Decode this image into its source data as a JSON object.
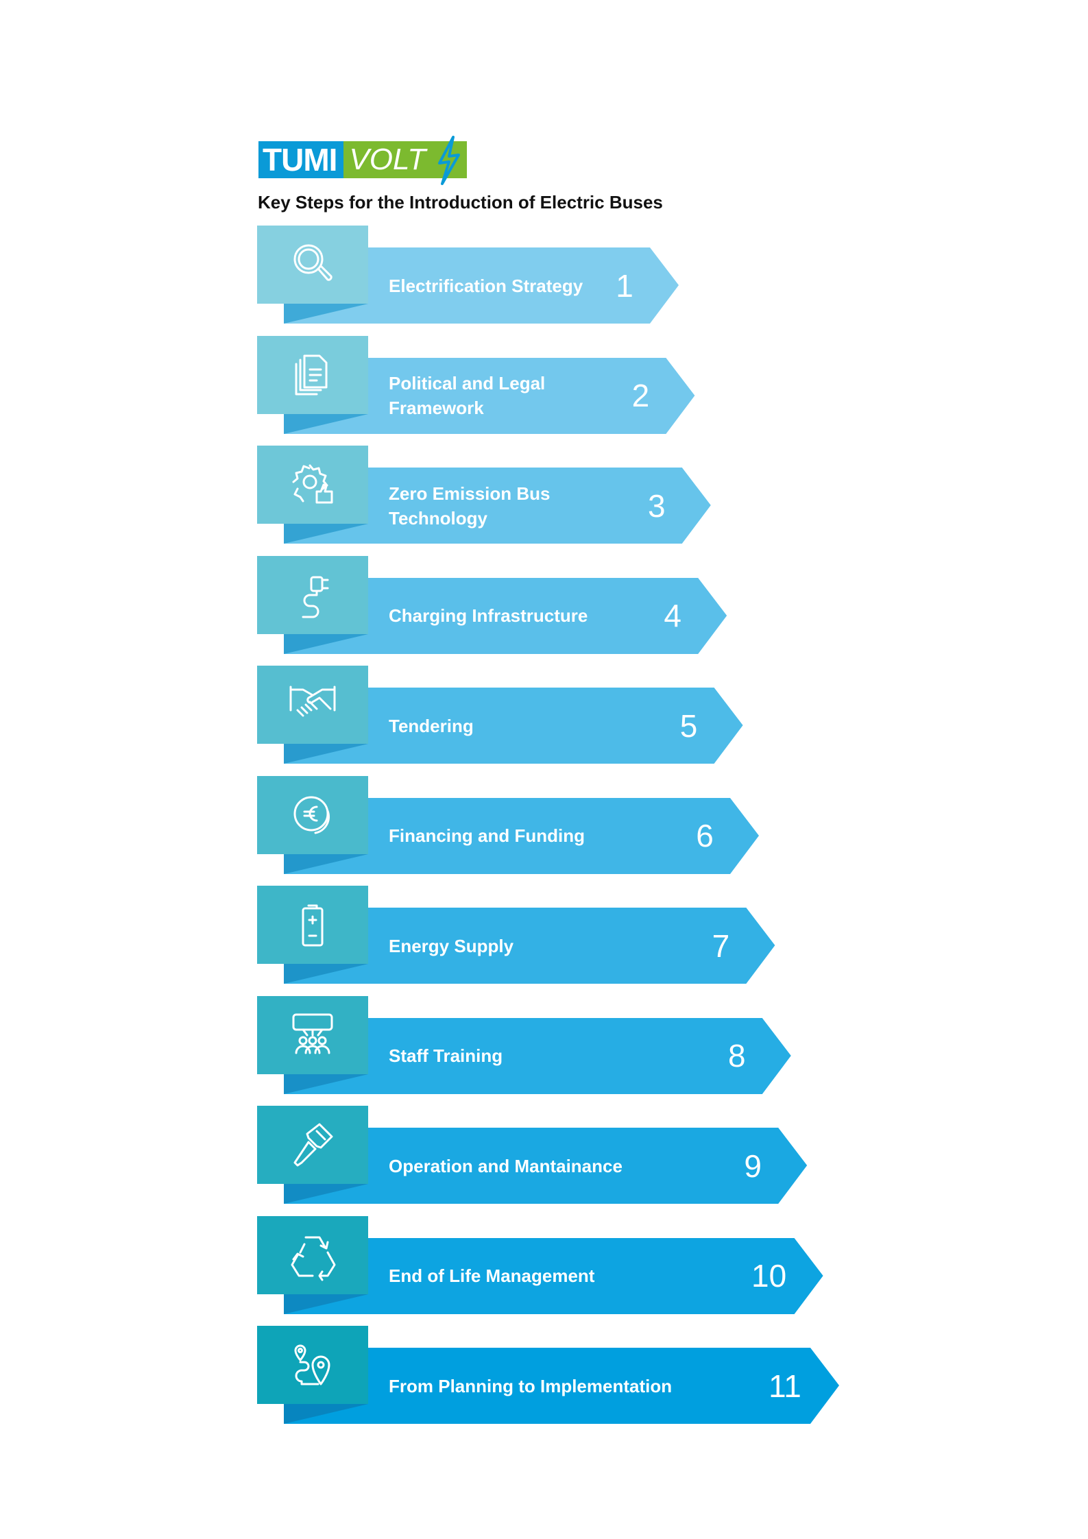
{
  "logo": {
    "part1": "TUMI",
    "part2": "VOLT"
  },
  "title": "Key Steps for the Introduction of Electric Buses",
  "colors": {
    "banner_start": "#80cdee",
    "banner_end": "#009fdf",
    "square_start": "#86d0e0",
    "square_end": "#0ea4b8",
    "fold_start": "#3faad8",
    "fold_end": "#0785bf"
  },
  "steps": [
    {
      "label": "Electrification Strategy",
      "number": "1",
      "icon": "magnifier-icon"
    },
    {
      "label": "Political and Legal\nFramework",
      "number": "2",
      "icon": "documents-icon"
    },
    {
      "label": "Zero Emission Bus\nTechnology",
      "number": "3",
      "icon": "gear-thumbs-up-icon"
    },
    {
      "label": "Charging Infrastructure",
      "number": "4",
      "icon": "plug-icon"
    },
    {
      "label": "Tendering",
      "number": "5",
      "icon": "handshake-icon"
    },
    {
      "label": "Financing and Funding",
      "number": "6",
      "icon": "euro-coin-icon"
    },
    {
      "label": "Energy Supply",
      "number": "7",
      "icon": "battery-icon"
    },
    {
      "label": "Staff Training",
      "number": "8",
      "icon": "training-group-icon"
    },
    {
      "label": "Operation and Mantainance",
      "number": "9",
      "icon": "screwdriver-icon"
    },
    {
      "label": "End of Life Management",
      "number": "10",
      "icon": "recycle-icon"
    },
    {
      "label": "From Planning to Implementation",
      "number": "11",
      "icon": "route-pins-icon"
    }
  ]
}
